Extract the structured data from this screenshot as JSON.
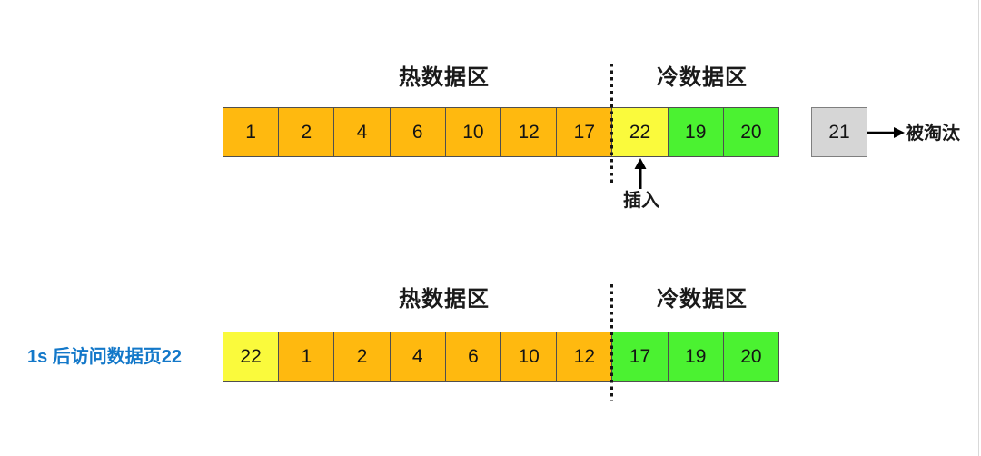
{
  "colors": {
    "hot_cell": "#FFB90F",
    "inserted_cell": "#FAFA3C",
    "cold_cell": "#4BF231",
    "evicted_cell": "#D6D6D6",
    "cell_border": "#4F4F4F",
    "caption_text": "#1378C9",
    "divider": "#161616"
  },
  "diagram1": {
    "hot_region_label": "热数据区",
    "cold_region_label": "冷数据区",
    "cells": [
      {
        "value": "1",
        "type": "hot"
      },
      {
        "value": "2",
        "type": "hot"
      },
      {
        "value": "4",
        "type": "hot"
      },
      {
        "value": "6",
        "type": "hot"
      },
      {
        "value": "10",
        "type": "hot"
      },
      {
        "value": "12",
        "type": "hot"
      },
      {
        "value": "17",
        "type": "hot"
      },
      {
        "value": "22",
        "type": "inserted"
      },
      {
        "value": "19",
        "type": "cold"
      },
      {
        "value": "20",
        "type": "cold"
      }
    ],
    "insert_arrow_icon": "arrow-up",
    "insert_label": "插入",
    "evicted_page": "21",
    "evict_arrow_icon": "arrow-right",
    "evicted_label": "被淘汰"
  },
  "diagram2": {
    "caption": "1s 后访问数据页22",
    "hot_region_label": "热数据区",
    "cold_region_label": "冷数据区",
    "cells": [
      {
        "value": "22",
        "type": "inserted"
      },
      {
        "value": "1",
        "type": "hot"
      },
      {
        "value": "2",
        "type": "hot"
      },
      {
        "value": "4",
        "type": "hot"
      },
      {
        "value": "6",
        "type": "hot"
      },
      {
        "value": "10",
        "type": "hot"
      },
      {
        "value": "12",
        "type": "hot"
      },
      {
        "value": "17",
        "type": "cold"
      },
      {
        "value": "19",
        "type": "cold"
      },
      {
        "value": "20",
        "type": "cold"
      }
    ]
  }
}
